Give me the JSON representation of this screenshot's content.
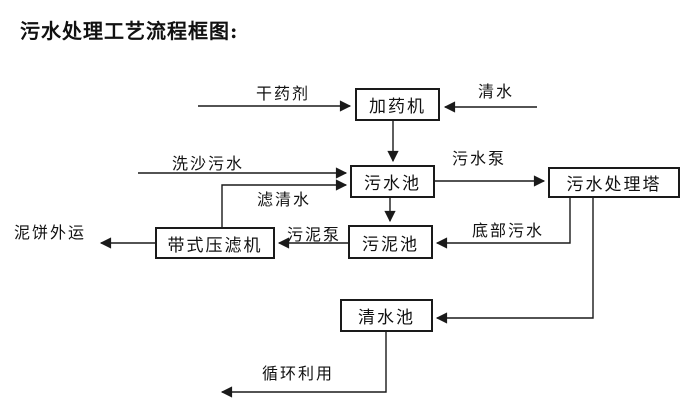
{
  "title": "污水处理工艺流程框图:",
  "diagram": {
    "nodes": {
      "dosing_machine": "加药机",
      "sewage_pool": "污水池",
      "treatment_tower": "污水处理塔",
      "belt_filter_press": "带式压滤机",
      "sludge_pool": "污泥池",
      "clear_water_pool": "清水池"
    },
    "labels": {
      "dry_agent": "干药剂",
      "clean_water": "清水",
      "sand_wash_sewage": "洗沙污水",
      "filtered_water": "滤清水",
      "sewage_pump": "污水泵",
      "sludge_pump": "污泥泵",
      "mud_cake_out": "泥饼外运",
      "bottom_sewage": "底部污水",
      "recycling": "循环利用"
    },
    "edges": [
      {
        "from": "干药剂",
        "to": "加药机"
      },
      {
        "from": "清水",
        "to": "加药机"
      },
      {
        "from": "加药机",
        "to": "污水池"
      },
      {
        "from": "洗沙污水",
        "to": "污水池"
      },
      {
        "from": "带式压滤机",
        "to": "污水池",
        "label": "滤清水"
      },
      {
        "from": "污水池",
        "to": "污水处理塔",
        "label": "污水泵"
      },
      {
        "from": "污水池",
        "to": "污泥池"
      },
      {
        "from": "污泥池",
        "to": "带式压滤机",
        "label": "污泥泵"
      },
      {
        "from": "带式压滤机",
        "to": "泥饼外运"
      },
      {
        "from": "污水处理塔",
        "to": "污泥池",
        "label": "底部污水"
      },
      {
        "from": "污水处理塔",
        "to": "清水池"
      },
      {
        "from": "清水池",
        "to": "循环利用"
      }
    ],
    "colors": {
      "line": "#1a1a1a",
      "background": "#ffffff"
    }
  }
}
